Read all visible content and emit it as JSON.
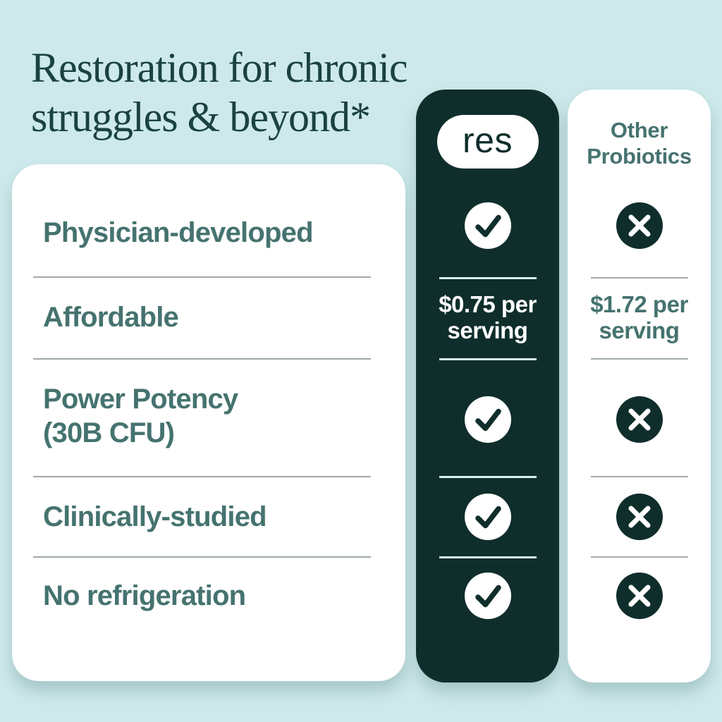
{
  "colors": {
    "bg": "#cde9eb",
    "dark": "#0f2e2b",
    "teal": "#45736f",
    "title": "#1a423f",
    "white": "#ffffff",
    "divider-gray": "#9fa8aa",
    "divider-gray2": "#a4acae",
    "divider-light": "#d6efef"
  },
  "title": {
    "line1": "Restoration for chronic",
    "line2": "struggles & beyond*"
  },
  "features": {
    "rows": [
      {
        "lines": [
          "Physician-developed"
        ]
      },
      {
        "lines": [
          "Affordable"
        ]
      },
      {
        "lines": [
          "Power Potency",
          "(30B CFU)"
        ]
      },
      {
        "lines": [
          "Clinically-studied"
        ]
      },
      {
        "lines": [
          "No refrigeration"
        ]
      }
    ]
  },
  "brand": {
    "logo": "res",
    "price": {
      "line1": "$0.75 per",
      "line2": "serving"
    },
    "row_values": [
      "check",
      "price",
      "check",
      "check",
      "check"
    ]
  },
  "other": {
    "header": {
      "line1": "Other",
      "line2": "Probiotics"
    },
    "price": {
      "line1": "$1.72 per",
      "line2": "serving"
    },
    "row_values": [
      "x",
      "price",
      "x",
      "x",
      "x"
    ]
  }
}
